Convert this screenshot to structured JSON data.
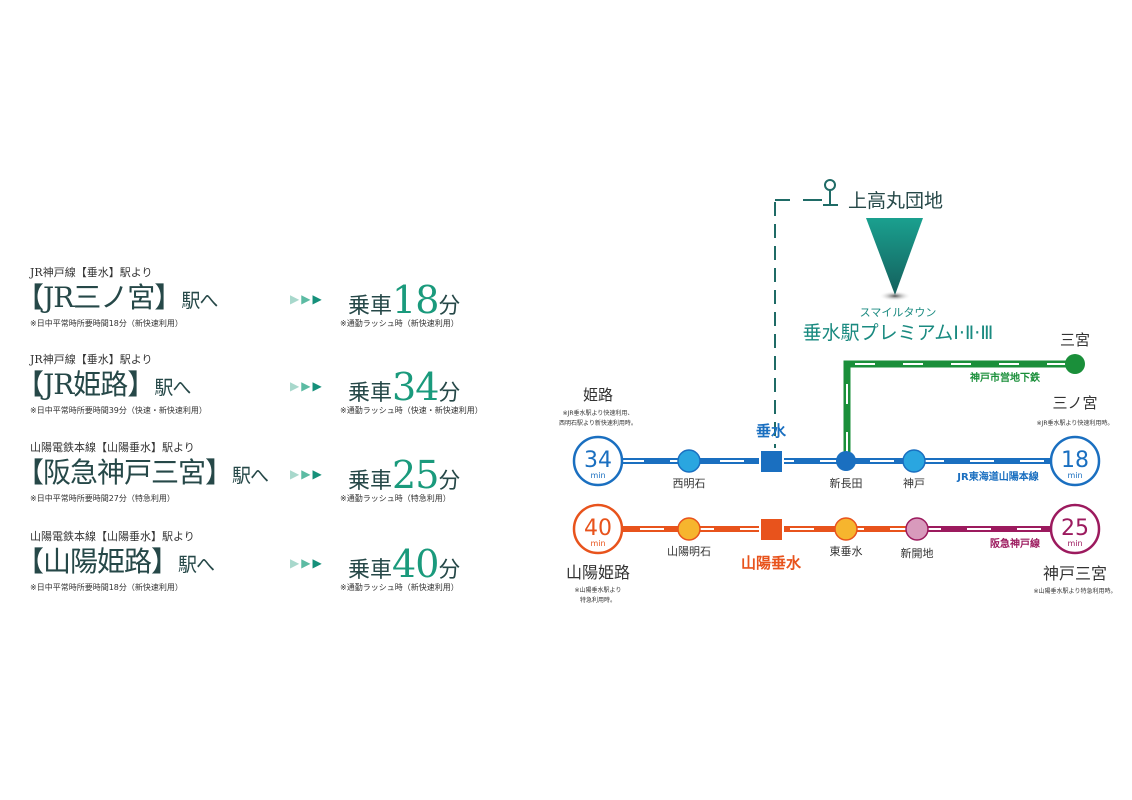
{
  "routes": [
    {
      "from": "JR神戸線【垂水】駅より",
      "dest": "【JR三ノ宮】",
      "eki": "駅へ",
      "note": "※日中平常時所要時間18分（新快速利用）",
      "ride": "乗車",
      "minutes": "18",
      "unit": "分",
      "rush_note": "※通勤ラッシュ時（新快速利用）"
    },
    {
      "from": "JR神戸線【垂水】駅より",
      "dest": "【JR姫路】",
      "eki": "駅へ",
      "note": "※日中平常時所要時間39分（快速・新快速利用）",
      "ride": "乗車",
      "minutes": "34",
      "unit": "分",
      "rush_note": "※通勤ラッシュ時（快速・新快速利用）"
    },
    {
      "from": "山陽電鉄本線【山陽垂水】駅より",
      "dest": "【阪急神戸三宮】",
      "eki": "駅へ",
      "note": "※日中平常時所要時間27分（特急利用）",
      "ride": "乗車",
      "minutes": "25",
      "unit": "分",
      "rush_note": "※通勤ラッシュ時（特急利用）"
    },
    {
      "from": "山陽電鉄本線【山陽垂水】駅より",
      "dest": "【山陽姫路】",
      "eki": "駅へ",
      "note": "※日中平常時所要時間18分（新快速利用）",
      "ride": "乗車",
      "minutes": "40",
      "unit": "分",
      "rush_note": "※通勤ラッシュ時（新快速利用）"
    }
  ],
  "arrow_glyph": "▶",
  "map": {
    "colors": {
      "jr": "#1a6fc0",
      "jr_light": "#2aa6e0",
      "sanyo": "#e8531c",
      "sanyo_light": "#f6b52e",
      "hankyu": "#9c1a5e",
      "hankyu_light": "#d89abc",
      "subway": "#1a8f3a",
      "teal": "#1a8a80"
    },
    "landmark": "上高丸団地",
    "property_sub": "スマイルタウン",
    "property_name": "垂水駅プレミアムⅠ·Ⅱ·Ⅲ",
    "sannomiya_subway": "三宮",
    "subway_line": "神戸市営地下鉄",
    "jr_line": "JR東海道山陽本線",
    "hankyu_line": "阪急神戸線",
    "jr_home": "垂水",
    "sanyo_home": "山陽垂水",
    "jr_stations": [
      "西明石",
      "新長田",
      "神戸"
    ],
    "sanyo_stations": [
      "山陽明石",
      "東垂水",
      "新開地"
    ],
    "himeji": {
      "name": "姫路",
      "note1": "※JR垂水駅より快速利用、",
      "note2": "西明石駅より新快速利用時。",
      "min": "34"
    },
    "sannomiya": {
      "name": "三ノ宮",
      "note": "※JR垂水駅より快速利用時。",
      "min": "18"
    },
    "sanyo_himeji": {
      "name": "山陽姫路",
      "note1": "※山陽垂水駅より",
      "note2": "特急利用時。",
      "min": "40"
    },
    "kobe_sannomiya": {
      "name": "神戸三宮",
      "note": "※山陽垂水駅より特急利用時。",
      "min": "25"
    },
    "min_label": "min"
  }
}
